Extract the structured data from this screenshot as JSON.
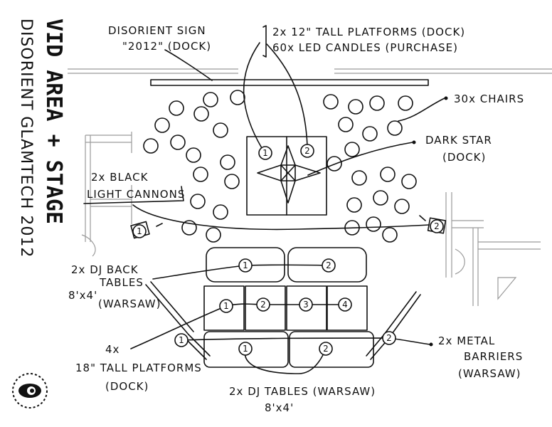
{
  "title": {
    "line1": "VID AREA + STAGE",
    "line2": "DISORIENT GLAMTECH 2012"
  },
  "labels": {
    "sign": [
      "DISORIENT SIGN",
      "\"2012\" (DOCK)"
    ],
    "platforms_candles": [
      "2x 12\" TALL PLATFORMS (DOCK)",
      "60x   LED CANDLES (PURCHASE)"
    ],
    "chairs": "30x CHAIRS",
    "dark_star": [
      "DARK STAR",
      "(DOCK)"
    ],
    "light_cannons": [
      "2x BLACK",
      "LIGHT CANNONS"
    ],
    "dj_back_tables": [
      "2x DJ BACK",
      "TABLES",
      "8'x4'",
      "(WARSAW)"
    ],
    "tall_platforms": [
      "4x",
      "18\" TALL PLATFORMS",
      "(DOCK)"
    ],
    "dj_tables": [
      "2x  DJ TABLES (WARSAW)",
      "8'x4'"
    ],
    "metal_barriers": [
      "2x METAL",
      "BARRIERS",
      "(WARSAW)"
    ]
  },
  "markers": {
    "candle_platforms": [
      "1",
      "2"
    ],
    "cannons": [
      "1",
      "2"
    ],
    "back_tables": [
      "1",
      "2"
    ],
    "tall_platforms": [
      "1",
      "2",
      "3",
      "4"
    ],
    "dj_tables": [
      "1",
      "2"
    ],
    "barriers": [
      "1",
      "2"
    ]
  },
  "colors": {
    "ink": "#111111",
    "wall": "#9a9a9a",
    "paper": "#ffffff"
  },
  "icons": [
    "eye-logo-icon",
    "chair-icon",
    "dark-star-icon",
    "light-cannon-icon"
  ]
}
